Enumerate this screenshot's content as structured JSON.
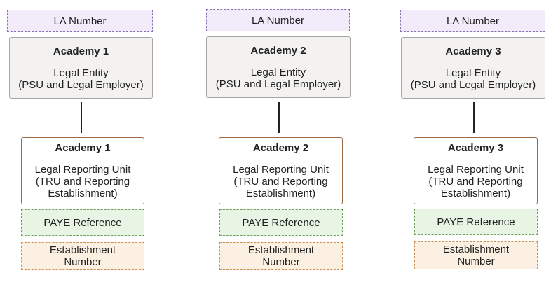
{
  "columns": [
    {
      "la_number": "LA Number",
      "entity": {
        "title": "Academy 1",
        "line1": "Legal Entity",
        "line2": "(PSU and Legal Employer)"
      },
      "lru": {
        "title": "Academy 1",
        "line1": "Legal Reporting Unit",
        "line2": "(TRU and Reporting",
        "line3": "Establishment)"
      },
      "paye": "PAYE Reference",
      "establishment": {
        "line1": "Establishment",
        "line2": "Number"
      }
    },
    {
      "la_number": "LA Number",
      "entity": {
        "title": "Academy 2",
        "line1": "Legal Entity",
        "line2": "(PSU and Legal Employer)"
      },
      "lru": {
        "title": "Academy 2",
        "line1": "Legal Reporting Unit",
        "line2": "(TRU and Reporting",
        "line3": "Establishment)"
      },
      "paye": "PAYE Reference",
      "establishment": {
        "line1": "Establishment",
        "line2": "Number"
      }
    },
    {
      "la_number": "LA Number",
      "entity": {
        "title": "Academy 3",
        "line1": "Legal Entity",
        "line2": "(PSU and Legal Employer)"
      },
      "lru": {
        "title": "Academy 3",
        "line1": "Legal Reporting Unit",
        "line2": "(TRU and Reporting",
        "line3": "Establishment)"
      },
      "paye": "PAYE Reference",
      "establishment": {
        "line1": "Establishment",
        "line2": "Number"
      }
    }
  ]
}
